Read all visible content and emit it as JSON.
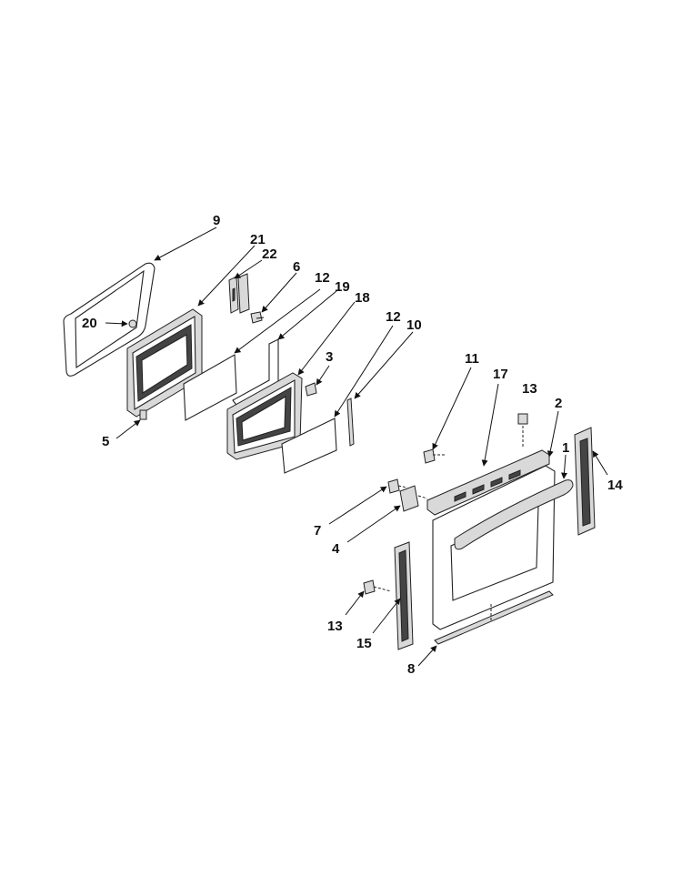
{
  "diagram": {
    "callouts": [
      {
        "id": "c9",
        "text": "9"
      },
      {
        "id": "c21",
        "text": "21"
      },
      {
        "id": "c22",
        "text": "22"
      },
      {
        "id": "c6",
        "text": "6"
      },
      {
        "id": "c12a",
        "text": "12"
      },
      {
        "id": "c19",
        "text": "19"
      },
      {
        "id": "c18",
        "text": "18"
      },
      {
        "id": "c20",
        "text": "20"
      },
      {
        "id": "c3",
        "text": "3"
      },
      {
        "id": "c12b",
        "text": "12"
      },
      {
        "id": "c10",
        "text": "10"
      },
      {
        "id": "c5",
        "text": "5"
      },
      {
        "id": "c11",
        "text": "11"
      },
      {
        "id": "c17",
        "text": "17"
      },
      {
        "id": "c13a",
        "text": "13"
      },
      {
        "id": "c2",
        "text": "2"
      },
      {
        "id": "c1",
        "text": "1"
      },
      {
        "id": "c14",
        "text": "14"
      },
      {
        "id": "c7",
        "text": "7"
      },
      {
        "id": "c4",
        "text": "4"
      },
      {
        "id": "c13b",
        "text": "13"
      },
      {
        "id": "c15",
        "text": "15"
      },
      {
        "id": "c8",
        "text": "8"
      }
    ]
  }
}
